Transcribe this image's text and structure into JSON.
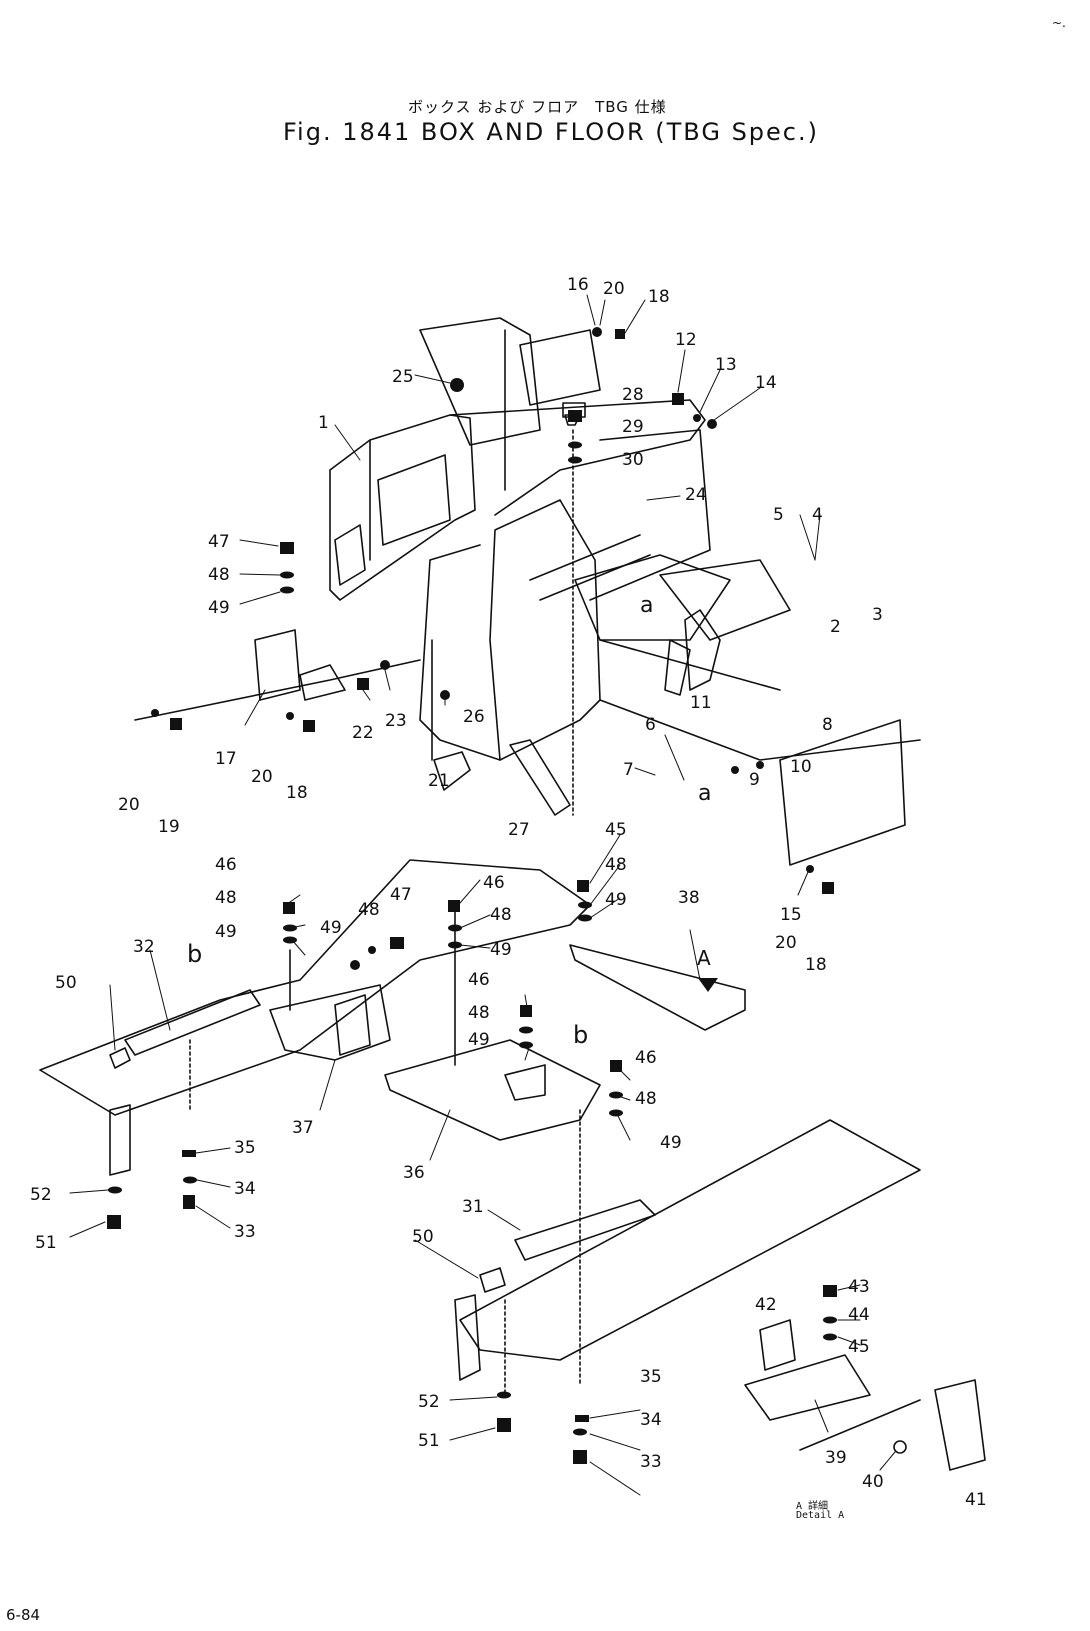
{
  "title_jp": "ボックス および フロア　TBG 仕様",
  "title_en": "Fig. 1841  BOX AND FLOOR (TBG Spec.)",
  "detail_label_jp": "A 詳細",
  "detail_label_en": "Detail A",
  "page_mark": "6-84",
  "corner_mark": "~.",
  "callouts": [
    "1",
    "2",
    "3",
    "4",
    "5",
    "6",
    "7",
    "8",
    "9",
    "10",
    "11",
    "12",
    "13",
    "14",
    "15",
    "16",
    "17",
    "18",
    "19",
    "20",
    "21",
    "22",
    "23",
    "24",
    "25",
    "26",
    "27",
    "28",
    "29",
    "30",
    "31",
    "32",
    "33",
    "34",
    "35",
    "36",
    "37",
    "38",
    "39",
    "40",
    "41",
    "42",
    "43",
    "44",
    "45",
    "46",
    "47",
    "48",
    "49",
    "50",
    "51",
    "52",
    "a",
    "b",
    "A"
  ]
}
